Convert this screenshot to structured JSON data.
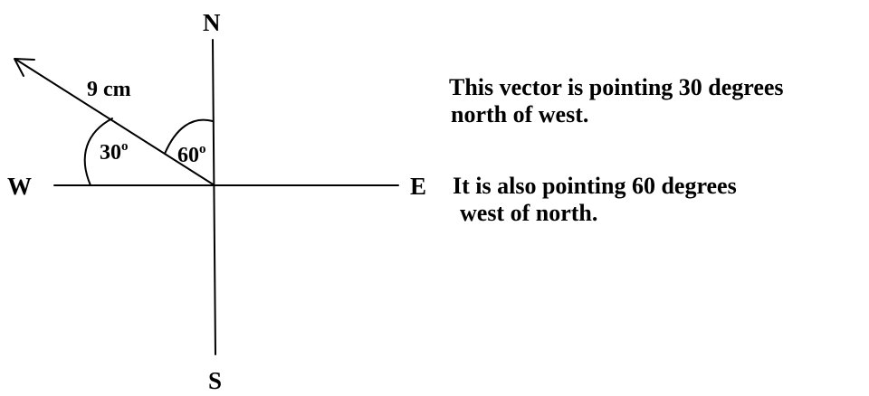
{
  "compass": {
    "north": "N",
    "south": "S",
    "east": "E",
    "west": "W"
  },
  "vector": {
    "magnitude_label": "9 cm"
  },
  "angles": {
    "from_west": {
      "value": "30",
      "unit": "o"
    },
    "from_north": {
      "value": "60",
      "unit": "o"
    }
  },
  "description": {
    "line1": "This vector is pointing 30 degrees",
    "line2": "north of west.",
    "line3": "It is also pointing 60 degrees",
    "line4": "west of north."
  },
  "colors": {
    "ink": "#000000",
    "background": "#ffffff"
  }
}
